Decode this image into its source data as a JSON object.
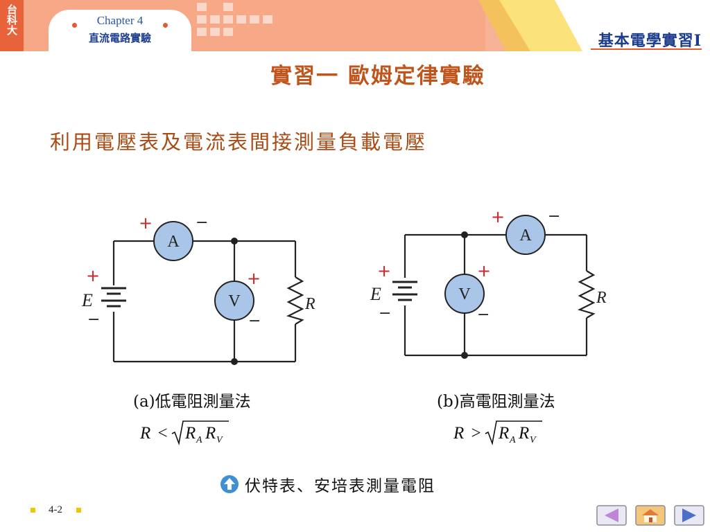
{
  "header": {
    "chapter_label": "Chapter 4",
    "chapter_title": "直流電路實驗",
    "course_title": "基本電學實習Ⅰ",
    "publisher_logo": "台科大"
  },
  "slide": {
    "title": "實習一 歐姆定律實驗",
    "subtitle": "利用電壓表及電流表間接測量負載電壓"
  },
  "circuits": [
    {
      "caption": "(a)低電阻測量法",
      "formula": {
        "lhs": "R",
        "op": "<",
        "radicand_1": "R",
        "sub_1": "A",
        "radicand_2": "R",
        "sub_2": "V"
      },
      "labels": {
        "E": "E",
        "R": "R",
        "A": "A",
        "V": "V",
        "plus": "+",
        "minus": "−"
      }
    },
    {
      "caption": "(b)高電阻測量法",
      "formula": {
        "lhs": "R",
        "op": ">",
        "radicand_1": "R",
        "sub_1": "A",
        "radicand_2": "R",
        "sub_2": "V"
      },
      "labels": {
        "E": "E",
        "R": "R",
        "A": "A",
        "V": "V",
        "plus": "+",
        "minus": "−"
      }
    }
  ],
  "link": {
    "label": "伏特表、安培表測量電阻",
    "icon": "up-arrow-icon"
  },
  "footer": {
    "page_number": "4-2"
  },
  "nav": {
    "prev_icon": "left-triangle-icon",
    "home_icon": "home-icon",
    "next_icon": "right-triangle-icon"
  },
  "colors": {
    "banner": "#f6a887",
    "accent": "#e55a2e",
    "title": "#c0541a",
    "meter_fill": "#a9c5e8",
    "nav_blue": "#6f8fd8"
  }
}
